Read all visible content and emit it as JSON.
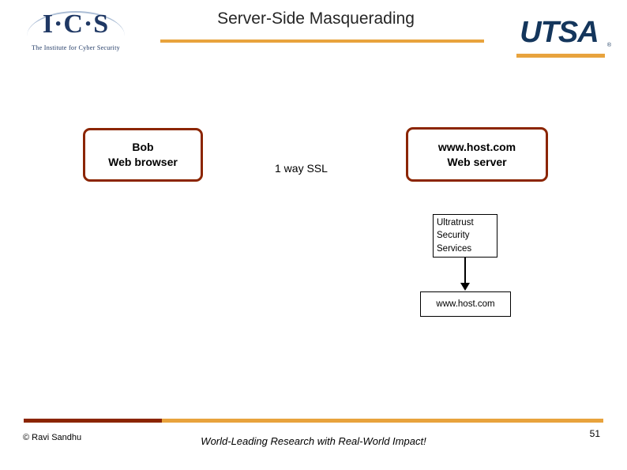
{
  "slide": {
    "title": "Server-Side Masquerading",
    "page_number": "51"
  },
  "logos": {
    "ics": {
      "mark": "I·C·S",
      "subtitle": "The Institute for Cyber Security"
    },
    "utsa": {
      "mark": "UTSA",
      "registered": "®"
    }
  },
  "diagram": {
    "client_box": {
      "line1": "Bob",
      "line2": "Web browser"
    },
    "server_box": {
      "line1": "www.host.com",
      "line2": "Web server"
    },
    "connection_label": "1 way SSL",
    "ca_box": {
      "line1": "Ultratrust",
      "line2": "Security",
      "line3": "Services"
    },
    "cert_box": {
      "line1": "www.host.com"
    }
  },
  "footer": {
    "copyright": "© Ravi Sandhu",
    "tagline": "World-Leading Research with Real-World Impact!"
  },
  "colors": {
    "accent_gold": "#E8A33D",
    "accent_maroon": "#8B2500",
    "logo_navy": "#14365C"
  }
}
